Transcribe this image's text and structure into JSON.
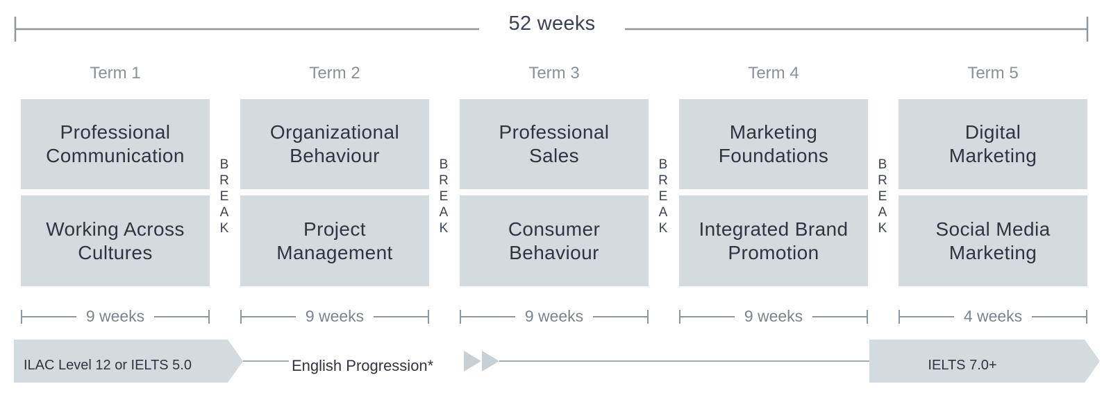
{
  "total_duration": "52 weeks",
  "break_text": "BREAK",
  "terms": [
    {
      "label": "Term 1",
      "course_top": "Professional\nCommunication",
      "course_bottom": "Working Across\nCultures",
      "duration": "9 weeks"
    },
    {
      "label": "Term 2",
      "course_top": "Organizational\nBehaviour",
      "course_bottom": "Project\nManagement",
      "duration": "9 weeks"
    },
    {
      "label": "Term 3",
      "course_top": "Professional\nSales",
      "course_bottom": "Consumer\nBehaviour",
      "duration": "9 weeks"
    },
    {
      "label": "Term 4",
      "course_top": "Marketing\nFoundations",
      "course_bottom": "Integrated Brand\nPromotion",
      "duration": "9 weeks"
    },
    {
      "label": "Term 5",
      "course_top": "Digital\nMarketing",
      "course_bottom": "Social Media\nMarketing",
      "duration": "4 weeks"
    }
  ],
  "english": {
    "start_level": "ILAC Level 12 or IELTS 5.0",
    "progression_label": "English Progression*",
    "end_level": "IELTS 7.0+"
  },
  "colors": {
    "box_fill": "#d4dbdf",
    "line": "#8e969e",
    "arrow_fill": "#d4dbdf",
    "text_dark": "#2f3540",
    "text_muted": "#8b9098"
  }
}
